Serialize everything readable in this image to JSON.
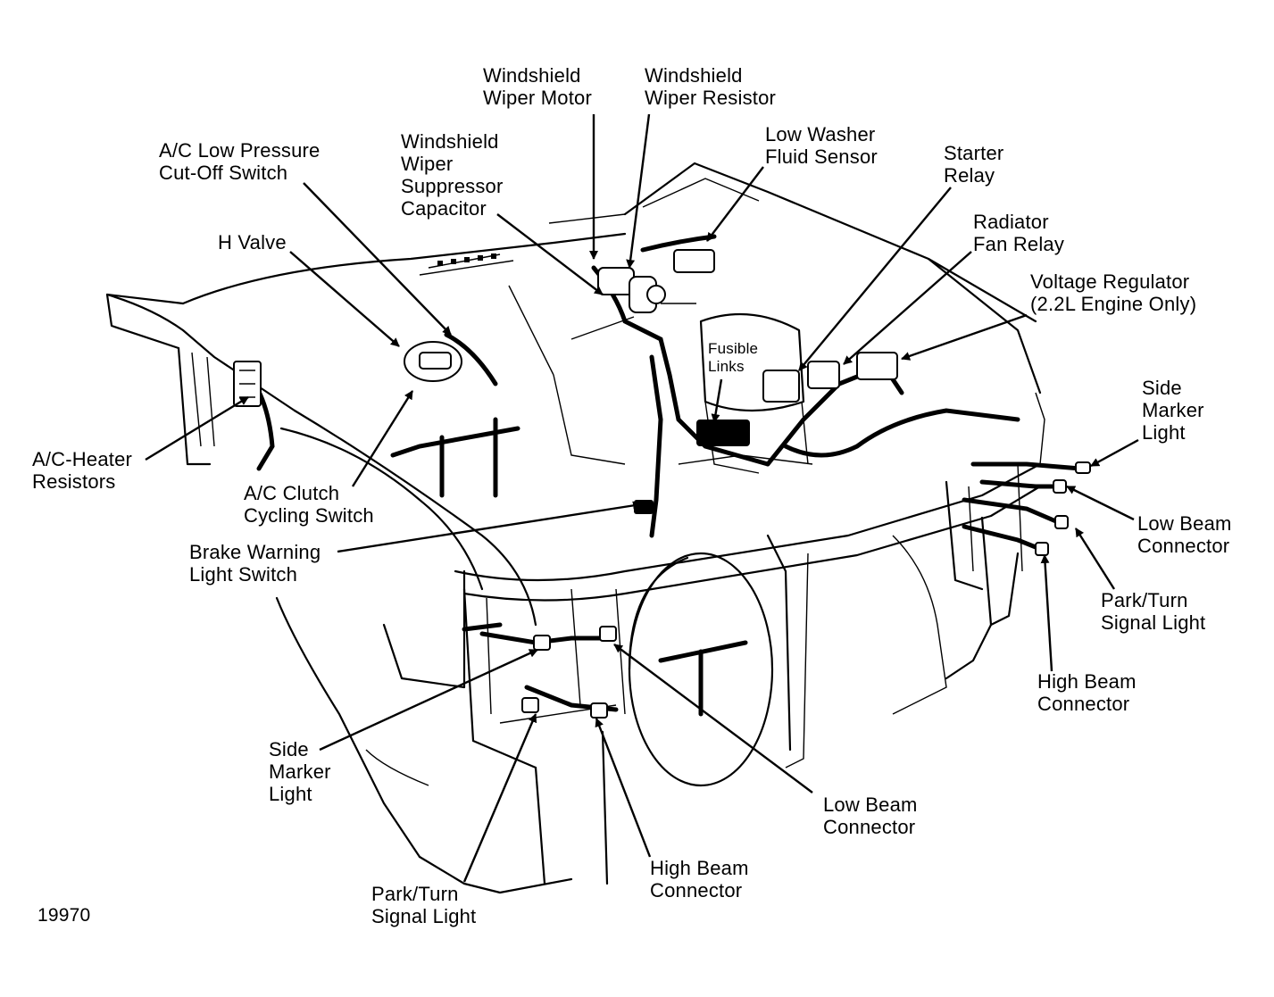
{
  "figure_id": "19970",
  "labels": {
    "wiper_motor": "Windshield\nWiper Motor",
    "wiper_resistor": "Windshield\nWiper Resistor",
    "ac_low_pressure": "A/C Low Pressure\nCut-Off Switch",
    "wiper_capacitor": "Windshield\nWiper\nSuppressor\nCapacitor",
    "washer_sensor": "Low Washer\nFluid Sensor",
    "starter_relay": "Starter\nRelay",
    "h_valve": "H Valve",
    "fan_relay": "Radiator\nFan Relay",
    "voltage_regulator": "Voltage Regulator\n(2.2L Engine Only)",
    "fusible_links": "Fusible\nLinks",
    "side_marker_right": "Side\nMarker\nLight",
    "heater_resistors": "A/C-Heater\nResistors",
    "clutch_switch": "A/C Clutch\nCycling Switch",
    "low_beam_right": "Low Beam\nConnector",
    "brake_switch": "Brake Warning\nLight Switch",
    "park_turn_right": "Park/Turn\nSignal Light",
    "high_beam_right": "High Beam\nConnector",
    "side_marker_left": "Side\nMarker\nLight",
    "low_beam_left": "Low Beam\nConnector",
    "high_beam_left": "High Beam\nConnector",
    "park_turn_left": "Park/Turn\nSignal Light"
  }
}
